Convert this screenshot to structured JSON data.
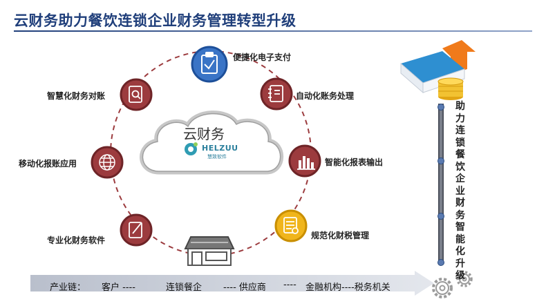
{
  "title": "云财务助力餐饮连锁企业财务管理转型升级",
  "center": {
    "title": "云财务",
    "brand": "HELZUU",
    "brand_sub": "慧致软件"
  },
  "nodes": [
    {
      "label": "便捷化电子支付",
      "icon": "clipboard-check-icon",
      "color": "#3a74c6"
    },
    {
      "label": "自动化账务处理",
      "icon": "notebook-icon",
      "color": "#9c3b3e"
    },
    {
      "label": "智能化报表输出",
      "icon": "bar-chart-icon",
      "color": "#9c3b3e"
    },
    {
      "label": "规范化财税管理",
      "icon": "document-list-icon",
      "color": "#f0b51c"
    },
    {
      "label": "专业化财务软件",
      "icon": "edit-icon",
      "color": "#9c3b3e"
    },
    {
      "label": "移动化报账应用",
      "icon": "globe-icon",
      "color": "#9c3b3e"
    },
    {
      "label": "智慧化财务对账",
      "icon": "search-document-icon",
      "color": "#9c3b3e"
    }
  ],
  "store_icon": "storefront-icon",
  "side_text": "助力连锁餐饮企业财务智能化升级",
  "chain_parts": [
    "产业链：",
    "客户 ----",
    "连锁餐企",
    "---- 供应商",
    "----",
    "金融机构----税务机关"
  ],
  "colors": {
    "title": "#1f3e7a",
    "dashed_ring": "#9c3b3e",
    "arrow": "#c9ced8"
  }
}
